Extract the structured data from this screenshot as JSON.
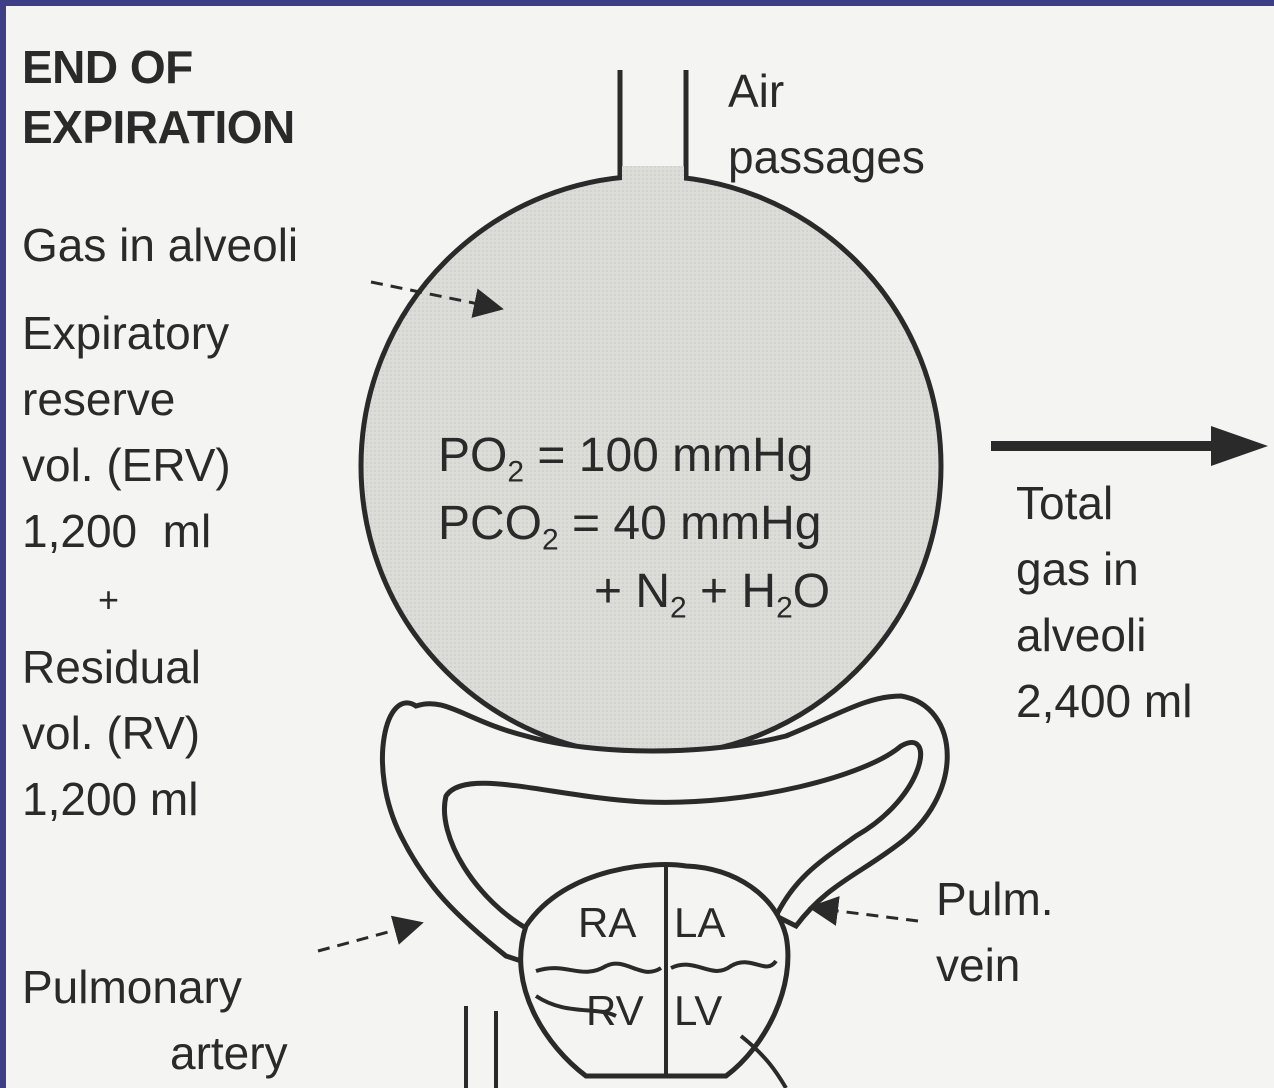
{
  "title": {
    "line1": "END OF",
    "line2": "EXPIRATION"
  },
  "air_passages": {
    "line1": "Air",
    "line2": "passages"
  },
  "gas_label": "Gas in alveoli",
  "left_volumes": {
    "erv_line1": "Expiratory",
    "erv_line2": "reserve",
    "erv_line3": "vol. (ERV)",
    "erv_value": "1,200  ml",
    "plus": "+",
    "rv_line1": "Residual",
    "rv_line2": "vol. (RV)",
    "rv_value": "1,200 ml"
  },
  "alveolus": {
    "po2": {
      "prefix": "PO",
      "sub": "2",
      "rest": " = 100 mmHg"
    },
    "pco2": {
      "prefix": "PCO",
      "sub": "2",
      "rest": " = 40 mmHg"
    },
    "others": {
      "part1": "+ N",
      "sub1": "2",
      "part2": " + H",
      "sub2": "2",
      "part3": "O"
    }
  },
  "total": {
    "line1": "Total",
    "line2": "gas in",
    "line3": "alveoli",
    "value": "2,400 ml"
  },
  "pulm_vein": {
    "line1": "Pulm.",
    "line2": "vein"
  },
  "pulmonary_artery": {
    "line1": "Pulmonary",
    "line2": "artery"
  },
  "heart": {
    "ra": "RA",
    "la": "LA",
    "rv": "RV",
    "lv": "LV"
  },
  "colors": {
    "background": "#f4f4f2",
    "ink": "#2a2a2a",
    "alveolus_fill": "#dcdcd8",
    "frame": "#3c3f86"
  }
}
